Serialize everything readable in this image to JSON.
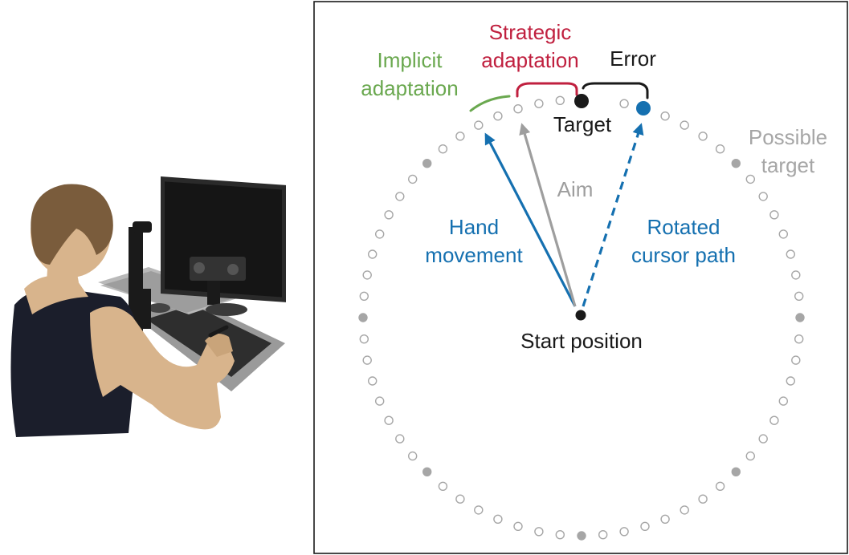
{
  "labels": {
    "implicit_line1": "Implicit",
    "implicit_line2": "adaptation",
    "strategic_line1": "Strategic",
    "strategic_line2": "adaptation",
    "error": "Error",
    "target": "Target",
    "possible_line1": "Possible",
    "possible_line2": "target",
    "aim": "Aim",
    "hand_line1": "Hand",
    "hand_line2": "movement",
    "rotated_line1": "Rotated",
    "rotated_line2": "cursor path",
    "start": "Start position"
  },
  "colors": {
    "implicit": "#6aa84f",
    "strategic": "#c0203f",
    "error": "#1a1a1a",
    "target": "#1a1a1a",
    "possible": "#a6a6a6",
    "aim": "#9e9e9e",
    "hand": "#1570b0",
    "rotated": "#1570b0",
    "start": "#1a1a1a",
    "frame": "#1a1a1a"
  },
  "ring": {
    "count": 64,
    "filled_every": 8,
    "icon": "open-circle-target-marker"
  },
  "illustration": {
    "icon": "participant-at-tablet-illustration"
  }
}
